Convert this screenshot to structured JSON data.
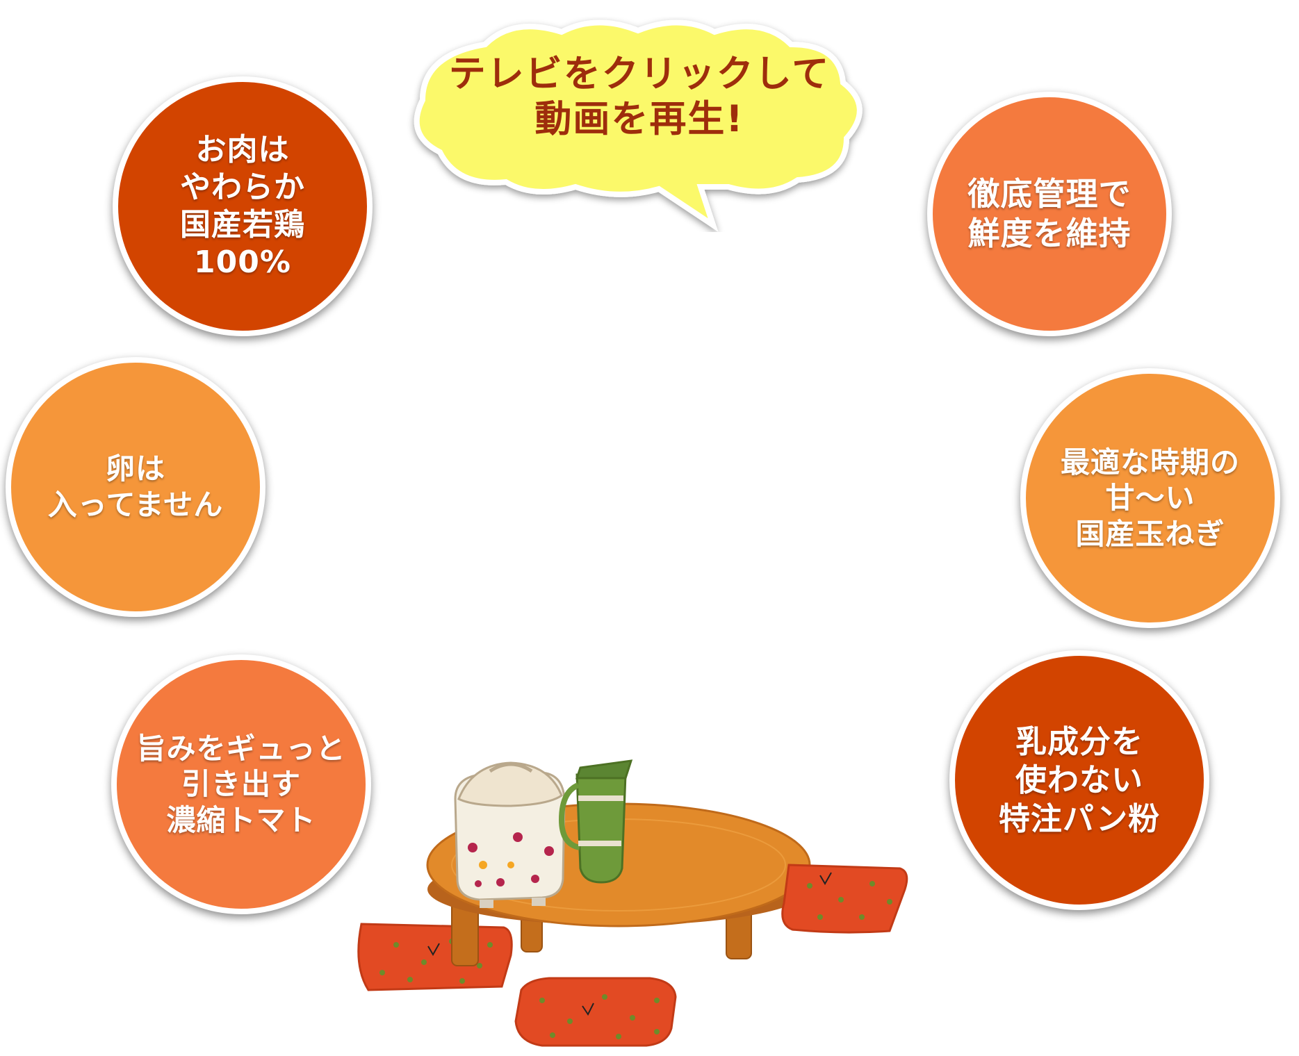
{
  "bubble": {
    "text": "テレビをクリックして\n動画を再生!"
  },
  "features": [
    {
      "text": "お肉は\nやわらか\n国産若鶏\n100%",
      "color": "#d24400"
    },
    {
      "text": "卵は\n入ってません",
      "color": "#f5963a"
    },
    {
      "text": "旨みをギュっと\n引き出す\n濃縮トマト",
      "color": "#f47a3e"
    },
    {
      "text": "徹底管理で\n鮮度を維持",
      "color": "#f47a3e"
    },
    {
      "text": "最適な時期の\n甘〜い\n国産玉ねぎ",
      "color": "#f5963a"
    },
    {
      "text": "乳成分を\n使わない\n特注パン粉",
      "color": "#d24400"
    }
  ],
  "icons": {
    "bubble_shape": "speech-cloud",
    "illustration": "chabudai-table-with-rice-cooker-and-thermos-and-cushions"
  }
}
